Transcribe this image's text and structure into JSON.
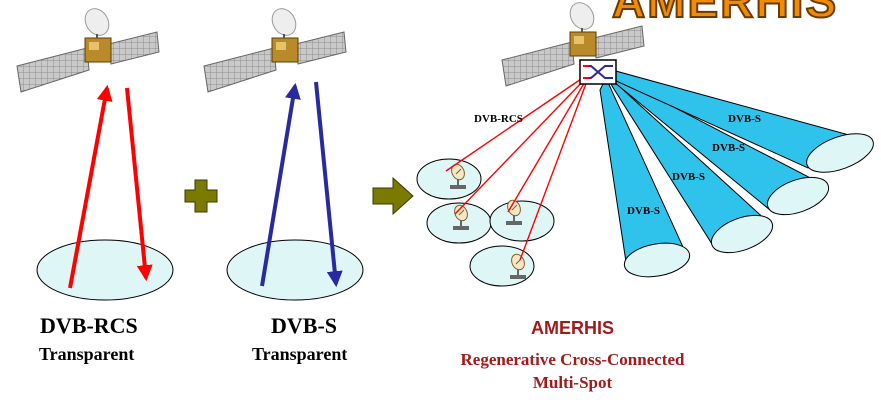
{
  "banner": {
    "text": "AMERHIS"
  },
  "panels": [
    {
      "id": "dvb-rcs",
      "title": "DVB-RCS",
      "subtitle": "Transparent"
    },
    {
      "id": "dvb-s",
      "title": "DVB-S",
      "subtitle": "Transparent"
    }
  ],
  "amerhis": {
    "title": "AMERHIS",
    "subtitle_line1": "Regenerative Cross-Connected",
    "subtitle_line2": "Multi-Spot",
    "uplink_label": "DVB-RCS",
    "beam_labels": [
      "DVB-S",
      "DVB-S",
      "DVB-S",
      "DVB-S"
    ]
  },
  "colors": {
    "uplink_red": "#ff0000",
    "downlink_blue": "#2a2aa0",
    "beam_cyan": "#2fc3ec",
    "ellipse_fill": "#dff6f6",
    "operator_olive": "#7a7a00",
    "title_darkred": "#a11b1b",
    "banner_orange": "#f08c00"
  },
  "icons": {
    "satellite": "satellite-icon",
    "plus": "plus-icon",
    "arrow": "right-arrow-icon",
    "switch": "cross-connect-switch-icon",
    "terminal": "dish-terminal-icon"
  }
}
